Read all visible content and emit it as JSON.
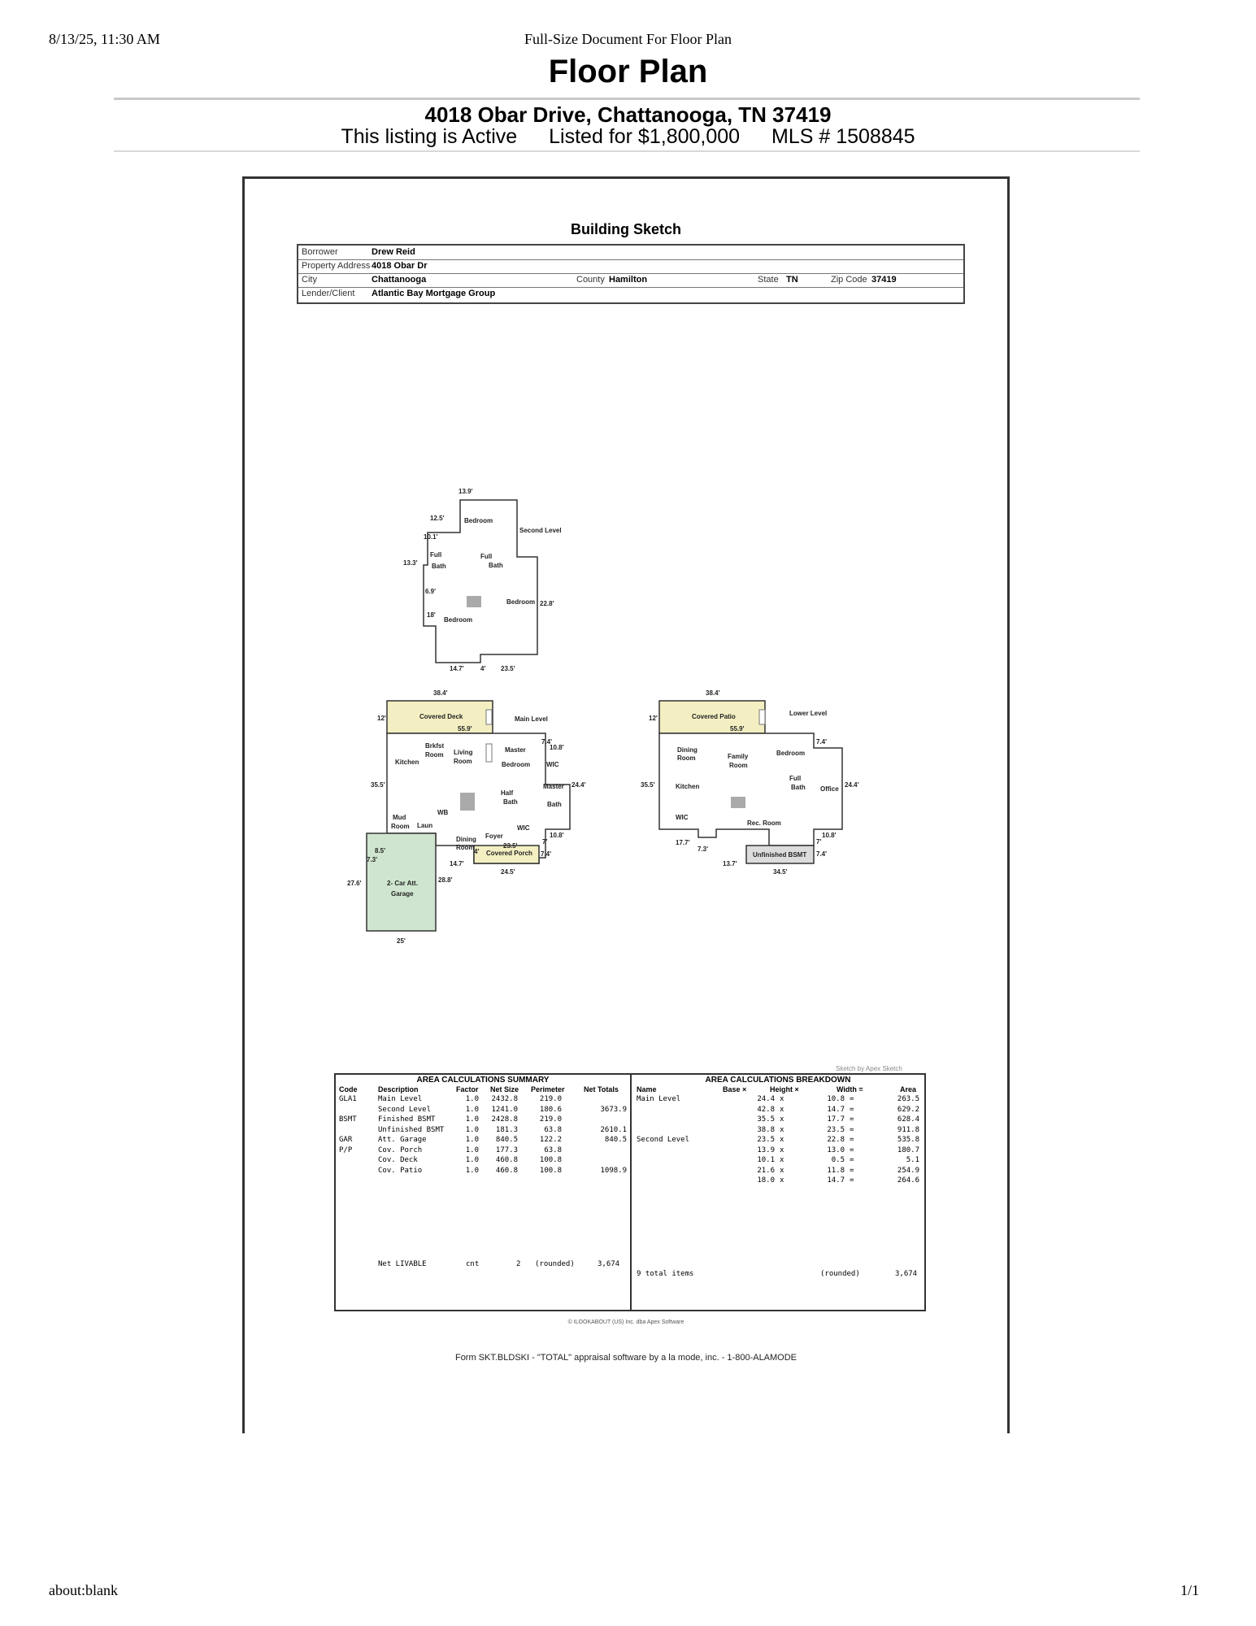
{
  "print_header": {
    "datetime": "8/13/25, 11:30 AM",
    "doc_title": "Full-Size Document For Floor Plan"
  },
  "print_footer": {
    "url": "about:blank",
    "pages": "1/1"
  },
  "page": {
    "title": "Floor Plan",
    "address": "4018 Obar Drive, Chattanooga, TN 37419",
    "status": "This listing is Active",
    "price": "Listed for $1,800,000",
    "mls": "MLS # 1508845"
  },
  "sketch": {
    "title": "Building Sketch",
    "info": {
      "borrower_label": "Borrower",
      "borrower": "Drew Reid",
      "property_label": "Property Address",
      "property": "4018 Obar Dr",
      "city_label": "City",
      "city": "Chattanooga",
      "county_label": "County",
      "county": "Hamilton",
      "state_label": "State",
      "state": "TN",
      "zip_label": "Zip Code",
      "zip": "37419",
      "lender_label": "Lender/Client",
      "lender": "Atlantic Bay Mortgage Group"
    },
    "plan": {
      "second_level": {
        "label": "Second Level",
        "rooms": [
          "Bedroom",
          "Full",
          "Bath",
          "Full",
          "Bath",
          "Bedroom",
          "Bedroom"
        ],
        "dims": [
          "13.9'",
          "12.5'",
          "10.1'",
          "13.3'",
          "6.9'",
          "18'",
          "22.8'",
          "4'",
          "23.5'",
          "14.7'"
        ]
      },
      "main_level": {
        "label": "Main Level",
        "deck": "Covered Deck",
        "porch": "Covered Porch",
        "garage_1": "2- Car Att.",
        "garage_2": "Garage",
        "rooms": [
          "Brkfst",
          "Room",
          "Living",
          "Room",
          "Master",
          "Bedroom",
          "Kitchen",
          "WIC",
          "Master",
          "Bath",
          "Half",
          "Bath",
          "WB",
          "Mud",
          "Room",
          "Laun",
          "Dining",
          "Room",
          "Foyer",
          "WIC"
        ],
        "dims": [
          "38.4'",
          "12'",
          "55.9'",
          "7.4'",
          "10.8'",
          "35.5'",
          "24.4'",
          "10.8'",
          "7'",
          "8.5'",
          "7.3'",
          "4'",
          "23.5'",
          "7.4'",
          "14.7'",
          "24.5'",
          "27.6'",
          "28.8'",
          "25'"
        ]
      },
      "lower_level": {
        "label": "Lower Level",
        "patio": "Covered Patio",
        "unfinished": "Unfinished BSMT",
        "rooms": [
          "Dining",
          "Room",
          "Family",
          "Room",
          "Bedroom",
          "Kitchen",
          "Full",
          "Bath",
          "Office",
          "WIC",
          "Rec. Room"
        ],
        "dims": [
          "38.4'",
          "12'",
          "55.9'",
          "7.4'",
          "35.5'",
          "24.4'",
          "10.8'",
          "7'",
          "17.7'",
          "7.3'",
          "13.7'",
          "7.4'",
          "34.5'"
        ]
      }
    },
    "credit": "Sketch by Apex Sketch",
    "summary": {
      "title": "AREA CALCULATIONS SUMMARY",
      "columns": [
        "Code",
        "Description",
        "Factor",
        "Net Size",
        "Perimeter",
        "Net Totals"
      ],
      "rows": [
        [
          "GLA1",
          "Main Level",
          "1.0",
          "2432.8",
          "219.0",
          ""
        ],
        [
          "",
          "Second Level",
          "1.0",
          "1241.0",
          "180.6",
          "3673.9"
        ],
        [
          "BSMT",
          "Finished BSMT",
          "1.0",
          "2428.8",
          "219.0",
          ""
        ],
        [
          "",
          "Unfinished BSMT",
          "1.0",
          "181.3",
          "63.8",
          "2610.1"
        ],
        [
          "GAR",
          "Att. Garage",
          "1.0",
          "840.5",
          "122.2",
          "840.5"
        ],
        [
          "P/P",
          "Cov. Porch",
          "1.0",
          "177.3",
          "63.8",
          ""
        ],
        [
          "",
          "Cov. Deck",
          "1.0",
          "460.8",
          "100.8",
          ""
        ],
        [
          "",
          "Cov. Patio",
          "1.0",
          "460.8",
          "100.8",
          "1098.9"
        ]
      ],
      "net_label": "Net LIVABLE",
      "net_cnt": "cnt",
      "net_count": "2",
      "net_rounded": "(rounded)",
      "net_value": "3,674"
    },
    "breakdown": {
      "title": "AREA CALCULATIONS BREAKDOWN",
      "columns": [
        "Name",
        "Base ×",
        "Height ×",
        "Width =",
        "Area"
      ],
      "rows": [
        [
          "Main Level",
          "24.4",
          "x",
          "10.8",
          "=",
          "263.5"
        ],
        [
          "",
          "42.8",
          "x",
          "14.7",
          "=",
          "629.2"
        ],
        [
          "",
          "35.5",
          "x",
          "17.7",
          "=",
          "628.4"
        ],
        [
          "",
          "38.8",
          "x",
          "23.5",
          "=",
          "911.8"
        ],
        [
          "Second Level",
          "23.5",
          "x",
          "22.8",
          "=",
          "535.8"
        ],
        [
          "",
          "13.9",
          "x",
          "13.0",
          "=",
          "180.7"
        ],
        [
          "",
          "10.1",
          "x",
          "0.5",
          "=",
          "5.1"
        ],
        [
          "",
          "21.6",
          "x",
          "11.8",
          "=",
          "254.9"
        ],
        [
          "",
          "18.0",
          "x",
          "14.7",
          "=",
          "264.6"
        ]
      ],
      "total_label": "9 total items",
      "total_rounded": "(rounded)",
      "total_value": "3,674"
    },
    "copyright": "© ILOOKABOUT (US) Inc. dba Apex Software",
    "form_line": "Form SKT.BLDSKI - \"TOTAL\" appraisal software by a la mode, inc. - 1-800-ALAMODE",
    "colors": {
      "deck_fill": "#f3efc2",
      "garage_fill": "#cfe5cf",
      "bsmt_fill": "#dcdcdc"
    }
  }
}
